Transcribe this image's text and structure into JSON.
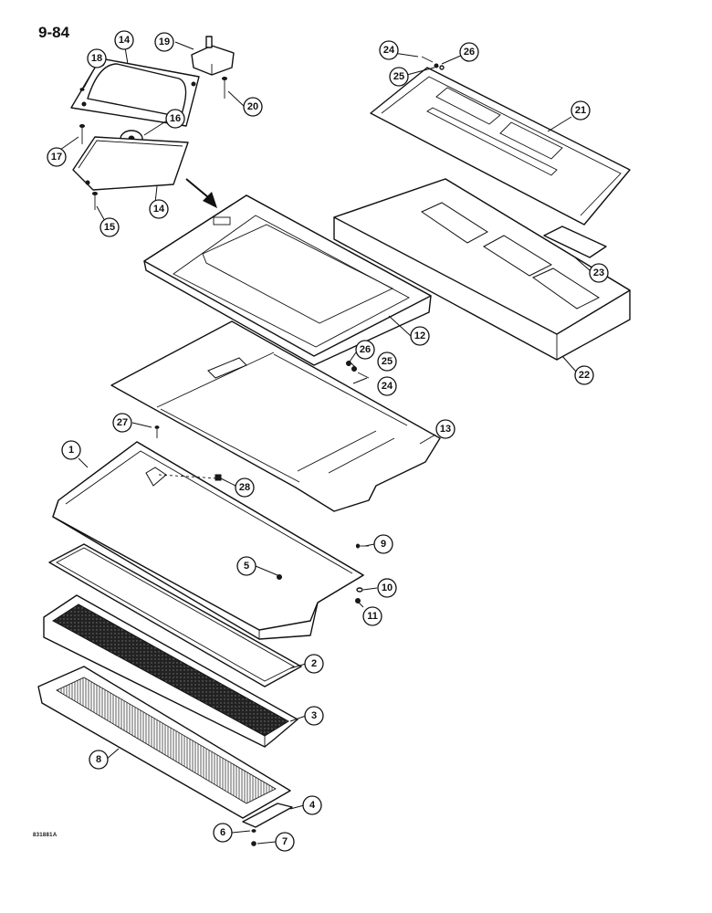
{
  "page": {
    "page_number": "9-84",
    "figure_code": "831881A"
  },
  "callouts": [
    {
      "id": "c1",
      "label": "1"
    },
    {
      "id": "c2",
      "label": "2"
    },
    {
      "id": "c3",
      "label": "3"
    },
    {
      "id": "c4",
      "label": "4"
    },
    {
      "id": "c5",
      "label": "5"
    },
    {
      "id": "c6",
      "label": "6"
    },
    {
      "id": "c7",
      "label": "7"
    },
    {
      "id": "c8",
      "label": "8"
    },
    {
      "id": "c9",
      "label": "9"
    },
    {
      "id": "c10",
      "label": "10"
    },
    {
      "id": "c11",
      "label": "11"
    },
    {
      "id": "c12",
      "label": "12"
    },
    {
      "id": "c13",
      "label": "13"
    },
    {
      "id": "c14a",
      "label": "14"
    },
    {
      "id": "c14b",
      "label": "14"
    },
    {
      "id": "c15",
      "label": "15"
    },
    {
      "id": "c16",
      "label": "16"
    },
    {
      "id": "c17",
      "label": "17"
    },
    {
      "id": "c18",
      "label": "18"
    },
    {
      "id": "c19",
      "label": "19"
    },
    {
      "id": "c20",
      "label": "20"
    },
    {
      "id": "c21",
      "label": "21"
    },
    {
      "id": "c22",
      "label": "22"
    },
    {
      "id": "c23",
      "label": "23"
    },
    {
      "id": "c24a",
      "label": "24"
    },
    {
      "id": "c25a",
      "label": "25"
    },
    {
      "id": "c26a",
      "label": "26"
    },
    {
      "id": "c24b",
      "label": "24"
    },
    {
      "id": "c25b",
      "label": "25"
    },
    {
      "id": "c26b",
      "label": "26"
    },
    {
      "id": "c27",
      "label": "27"
    },
    {
      "id": "c28",
      "label": "28"
    }
  ]
}
